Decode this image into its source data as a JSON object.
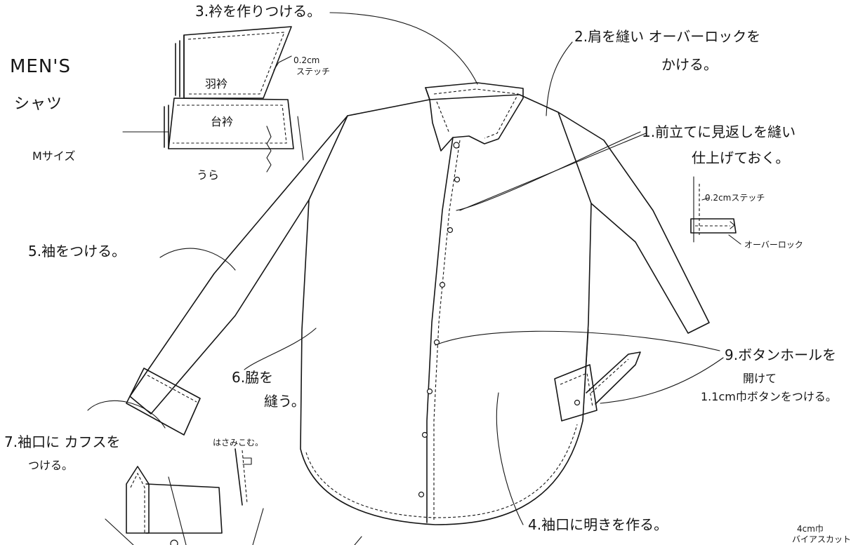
{
  "title": {
    "line1": "MEN'S",
    "line2": "シャツ",
    "size": "Mサイズ"
  },
  "steps": {
    "s1_line1": "1.前立てに見返しを縫い",
    "s1_line2": "仕上げておく。",
    "s2_line1": "2.肩を縫い オーバーロックを",
    "s2_line2": "かける。",
    "s3": "3.衿を作りつける。",
    "s4": "4.袖口に明きを作る。",
    "s5": "5.袖をつける。",
    "s6_line1": "6.脇を",
    "s6_line2": "縫う。",
    "s7_line1": "7.袖口に カフスを",
    "s7_line2": "つける。",
    "s9_line1": "9.ボタンホールを",
    "s9_line2": "開けて",
    "s9_line3": "1.1cm巾ボタンをつける。"
  },
  "collar_detail": {
    "upper_collar": "羽衿",
    "stand_collar": "台衿",
    "underside": "うら",
    "stitch_line1": "0.2cm",
    "stitch_line2": "ステッチ"
  },
  "placket_detail": {
    "stitch": "0.2cmステッチ",
    "overlock": "オーバーロック"
  },
  "cuff_detail": {
    "insert_note": "はさみこむ。"
  },
  "bias_note": {
    "line1": "4cm巾",
    "line2": "バイアスカット"
  }
}
